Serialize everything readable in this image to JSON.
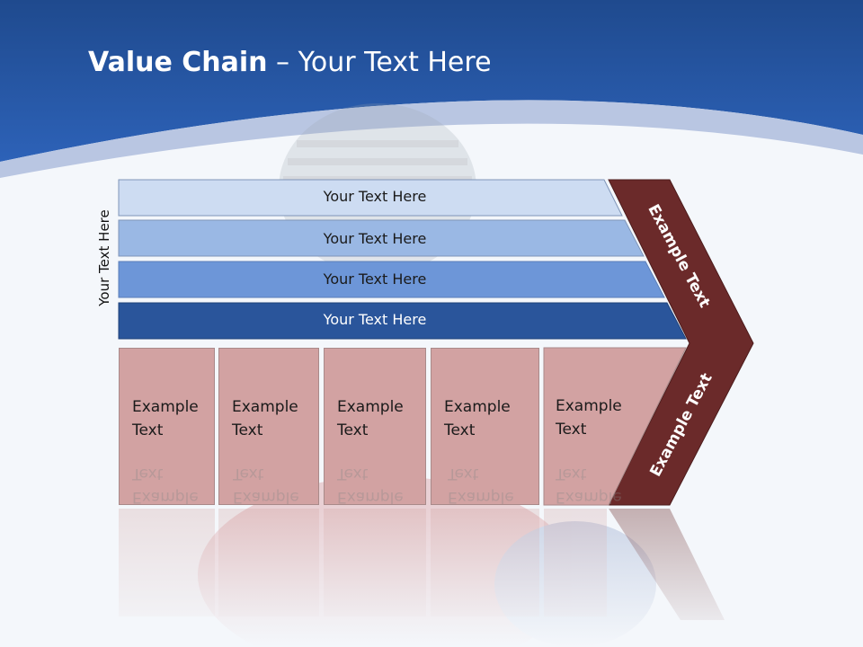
{
  "title": {
    "bold": "Value Chain",
    "rest": " – Your Text Here"
  },
  "side_label": "Your Text Here",
  "support_bars": [
    {
      "label": "Your Text Here",
      "color": "#cddcf2"
    },
    {
      "label": "Your Text Here",
      "color": "#9ab8e4"
    },
    {
      "label": "Your Text Here",
      "color": "#6d96d8"
    },
    {
      "label": "Your Text Here",
      "color": "#2a559b"
    }
  ],
  "primary_boxes": [
    {
      "line1": "Example",
      "line2": "Text"
    },
    {
      "line1": "Example",
      "line2": "Text"
    },
    {
      "line1": "Example",
      "line2": "Text"
    },
    {
      "line1": "Example",
      "line2": "Text"
    },
    {
      "line1": "Example",
      "line2": "Text"
    }
  ],
  "chevron": {
    "top_text": "Example Text",
    "bottom_text": "Example Text",
    "color": "#6b2a2a"
  },
  "colors": {
    "header": "#2a5aa8",
    "box_fill": "#d2a2a2",
    "chevron": "#6b2a2a"
  }
}
